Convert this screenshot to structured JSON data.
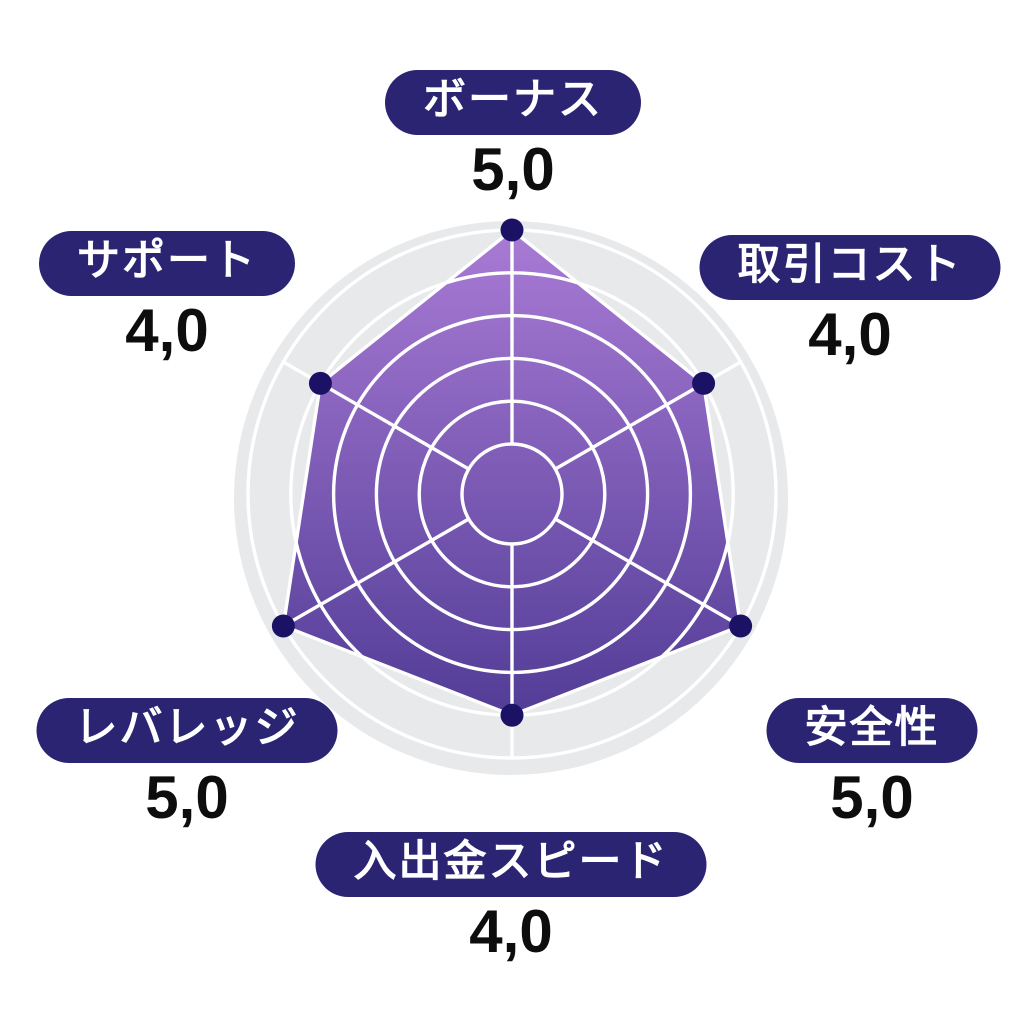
{
  "chart_data": {
    "type": "radar",
    "axes_order": "clockwise-from-top",
    "scale": {
      "min": 0,
      "max": 5,
      "ring_values": [
        0,
        1,
        2,
        3,
        4,
        5
      ]
    },
    "axes": [
      {
        "label": "ボーナス",
        "value": 5.0,
        "value_label": "5,0"
      },
      {
        "label": "取引コスト",
        "value": 4.0,
        "value_label": "4,0"
      },
      {
        "label": "安全性",
        "value": 5.0,
        "value_label": "5,0"
      },
      {
        "label": "入出金スピード",
        "value": 4.0,
        "value_label": "4,0"
      },
      {
        "label": "レバレッジ",
        "value": 5.0,
        "value_label": "5,0"
      },
      {
        "label": "サポート",
        "value": 4.0,
        "value_label": "4,0"
      }
    ],
    "colors": {
      "background": "#ffffff",
      "disc": "#e7e9eb",
      "grid": "#ffffff",
      "series_gradient_top": "#a97bd5",
      "series_gradient_bottom": "#4a3791",
      "vertex_dot": "#1b1266",
      "label_pill": "#2a2472",
      "label_text": "#ffffff",
      "value_text": "#0d0d0d"
    },
    "legend": null,
    "title": ""
  }
}
